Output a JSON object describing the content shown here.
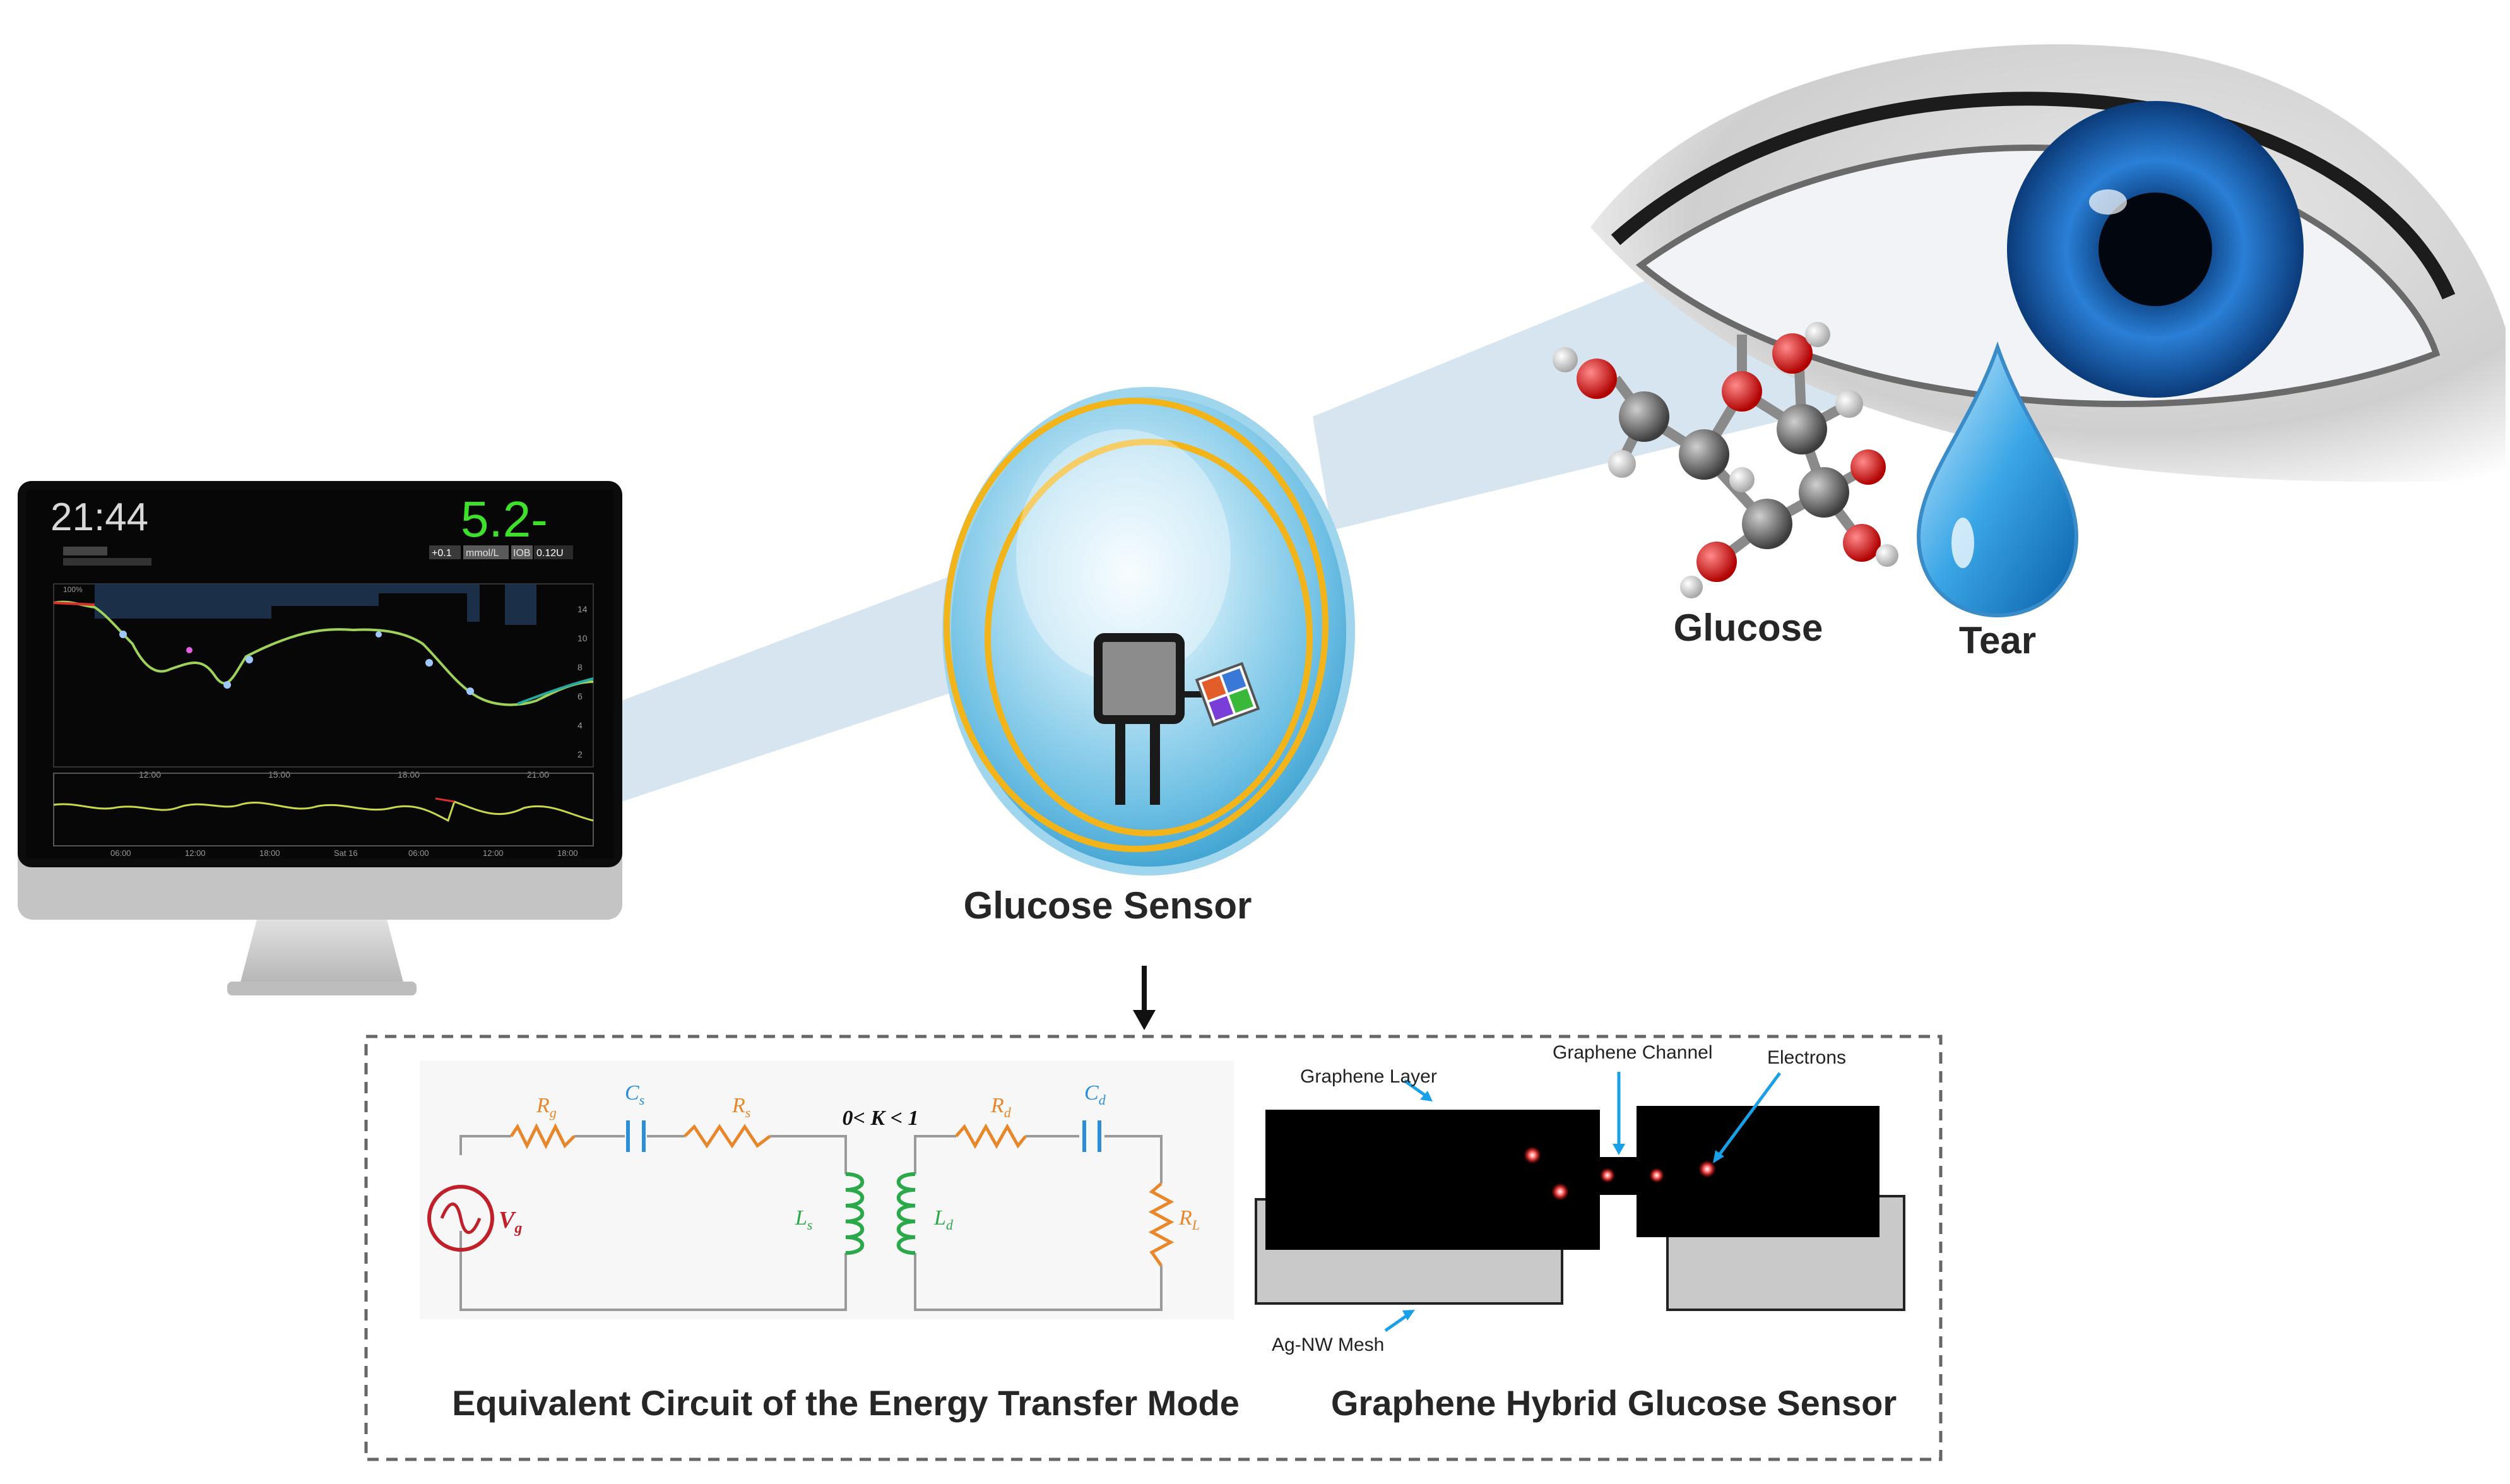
{
  "monitor": {
    "time": "21:44",
    "glucose": "5.2-",
    "status": [
      "+0.1",
      "mmol/L",
      "IOB",
      "0.12U"
    ],
    "top_tick": "100%",
    "y_ticks": [
      "14",
      "10",
      "8",
      "6",
      "4",
      "2"
    ],
    "x_ticks_main": [
      "12:00",
      "15:00",
      "18:00",
      "21:00"
    ],
    "x_ticks_overview": [
      "06:00",
      "12:00",
      "18:00",
      "Sat 16",
      "06:00",
      "12:00",
      "18:00"
    ]
  },
  "labels": {
    "glucose_sensor": "Glucose Sensor",
    "glucose": "Glucose",
    "tear": "Tear",
    "circuit_caption": "Equivalent Circuit of the Energy Transfer Mode",
    "hybrid_caption": "Graphene Hybrid Glucose Sensor"
  },
  "circuit": {
    "Rg": "R",
    "Rg_sub": "g",
    "Cs": "C",
    "Cs_sub": "s",
    "Rs": "R",
    "Rs_sub": "s",
    "K": "0< K < 1",
    "Rd": "R",
    "Rd_sub": "d",
    "Cd": "C",
    "Cd_sub": "d",
    "Vg": "V",
    "Vg_sub": "g",
    "Ls": "L",
    "Ls_sub": "s",
    "Ld": "L",
    "Ld_sub": "d",
    "RL": "R",
    "RL_sub": "L"
  },
  "hybrid": {
    "graphene_layer": "Graphene Layer",
    "graphene_channel": "Graphene Channel",
    "electrons": "Electrons",
    "agnw_mesh": "Ag-NW Mesh"
  },
  "colors": {
    "resistor": "#e8862a",
    "capacitor": "#2a8fd8",
    "inductor": "#2aa84a",
    "source": "#c0202a",
    "sensor_gold": "#f2b418",
    "glucose_value": "#3ee02c"
  }
}
